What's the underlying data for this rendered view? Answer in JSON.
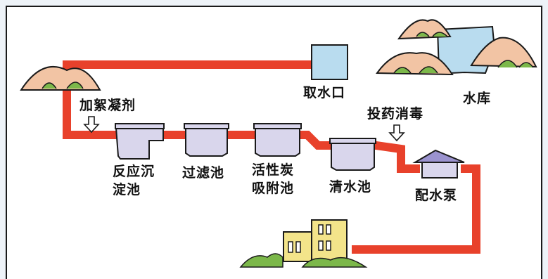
{
  "labels": {
    "intake": "取水口",
    "reservoir": "水库",
    "coagulant": "加絮凝剂",
    "sedimentation_line1": "反应沉",
    "sedimentation_line2": "淀池",
    "filter": "过滤池",
    "activated_carbon_line1": "活性炭",
    "activated_carbon_line2": "吸附池",
    "disinfection": "投药消毒",
    "clear_water": "清水池",
    "distribution_pump": "配水泵"
  },
  "colors": {
    "pipe": "#e8412b",
    "tank": "#d9d6ec",
    "intake_box": "#b9dcef",
    "reservoir_water": "#b9dcef",
    "hill": "#f2c4a4",
    "grass": "#7cb84a",
    "building": "#f3e48a",
    "pump_roof": "#9b93cf"
  }
}
